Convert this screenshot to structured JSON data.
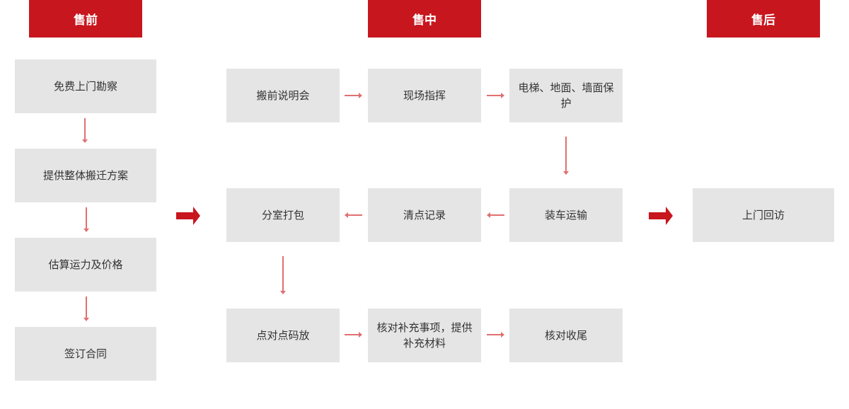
{
  "headers": {
    "pre": "售前",
    "mid": "售中",
    "post": "售后"
  },
  "pre": [
    "免费上门勘察",
    "提供整体搬迁方案",
    "估算运力及价格",
    "签订合同"
  ],
  "mid": {
    "row1": [
      "搬前说明会",
      "现场指挥",
      "电梯、地面、墙面保护"
    ],
    "row2": [
      "分室打包",
      "清点记录",
      "装车运输"
    ],
    "row3": [
      "点对点码放",
      "核对补充事项，提供补充材料",
      "核对收尾"
    ]
  },
  "post": [
    "上门回访"
  ],
  "colors": {
    "accent": "#c8161e",
    "box": "#e5e5e5",
    "arrow": "#e07070"
  }
}
